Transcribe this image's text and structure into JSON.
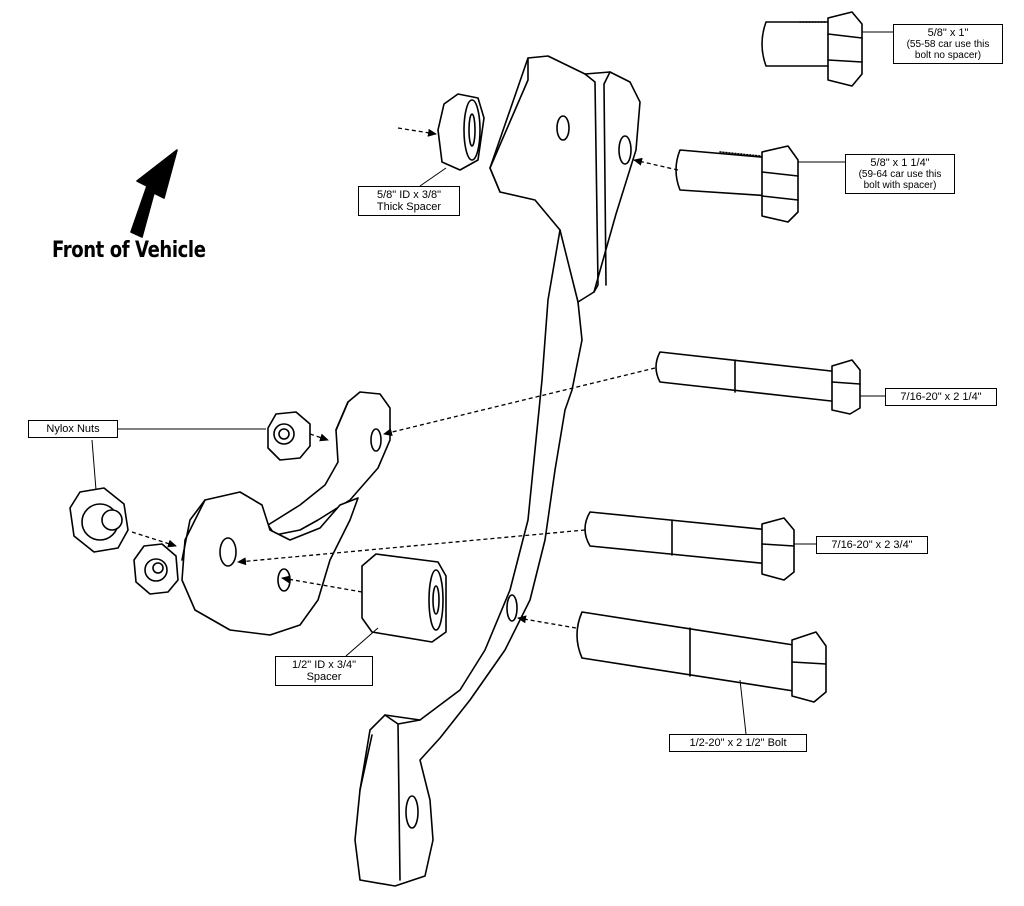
{
  "front_label": "Front of Vehicle",
  "callouts": {
    "bolt_5_8_x_1": {
      "line1": "5/8\" x 1\"",
      "line2": "(55-58 car use this",
      "line3": "bolt no spacer)"
    },
    "bolt_5_8_x_1_1_4": {
      "line1": "5/8\" x 1 1/4\"",
      "line2": "(59-64 car use this",
      "line3": "bolt with spacer)"
    },
    "spacer_5_8": {
      "line1": "5/8\" ID x 3/8\"",
      "line2": "Thick Spacer"
    },
    "bolt_7_16_x_2_1_4": {
      "line1": "7/16-20\" x 2 1/4\""
    },
    "bolt_7_16_x_2_3_4": {
      "line1": "7/16-20\" x 2 3/4\""
    },
    "nylox_nuts": {
      "line1": "Nylox Nuts"
    },
    "spacer_1_2": {
      "line1": "1/2\" ID x 3/4\"",
      "line2": "Spacer"
    },
    "bolt_1_2_x_2_1_2": {
      "line1": "1/2-20\" x 2 1/2\" Bolt"
    }
  }
}
